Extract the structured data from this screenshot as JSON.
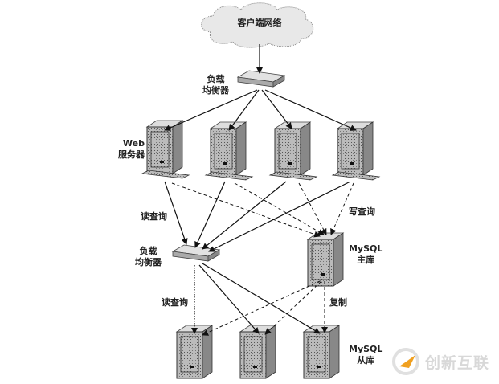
{
  "nodes": {
    "cloud": "客户端网络",
    "lb_top": {
      "line1": "负载",
      "line2": "均衡器"
    },
    "web": {
      "line1": "Web",
      "line2": "服务器"
    },
    "read_query_top": "读查询",
    "write_query": "写查询",
    "lb_mid": {
      "line1": "负载",
      "line2": "均衡器"
    },
    "master": {
      "line1": "MySQL",
      "line2": "主库"
    },
    "read_query_bottom": "读查询",
    "replication": "复制",
    "slave": {
      "line1": "MySQL",
      "line2": "从库"
    }
  },
  "watermark": {
    "text": "创新互联",
    "accent": "#f0a020"
  }
}
